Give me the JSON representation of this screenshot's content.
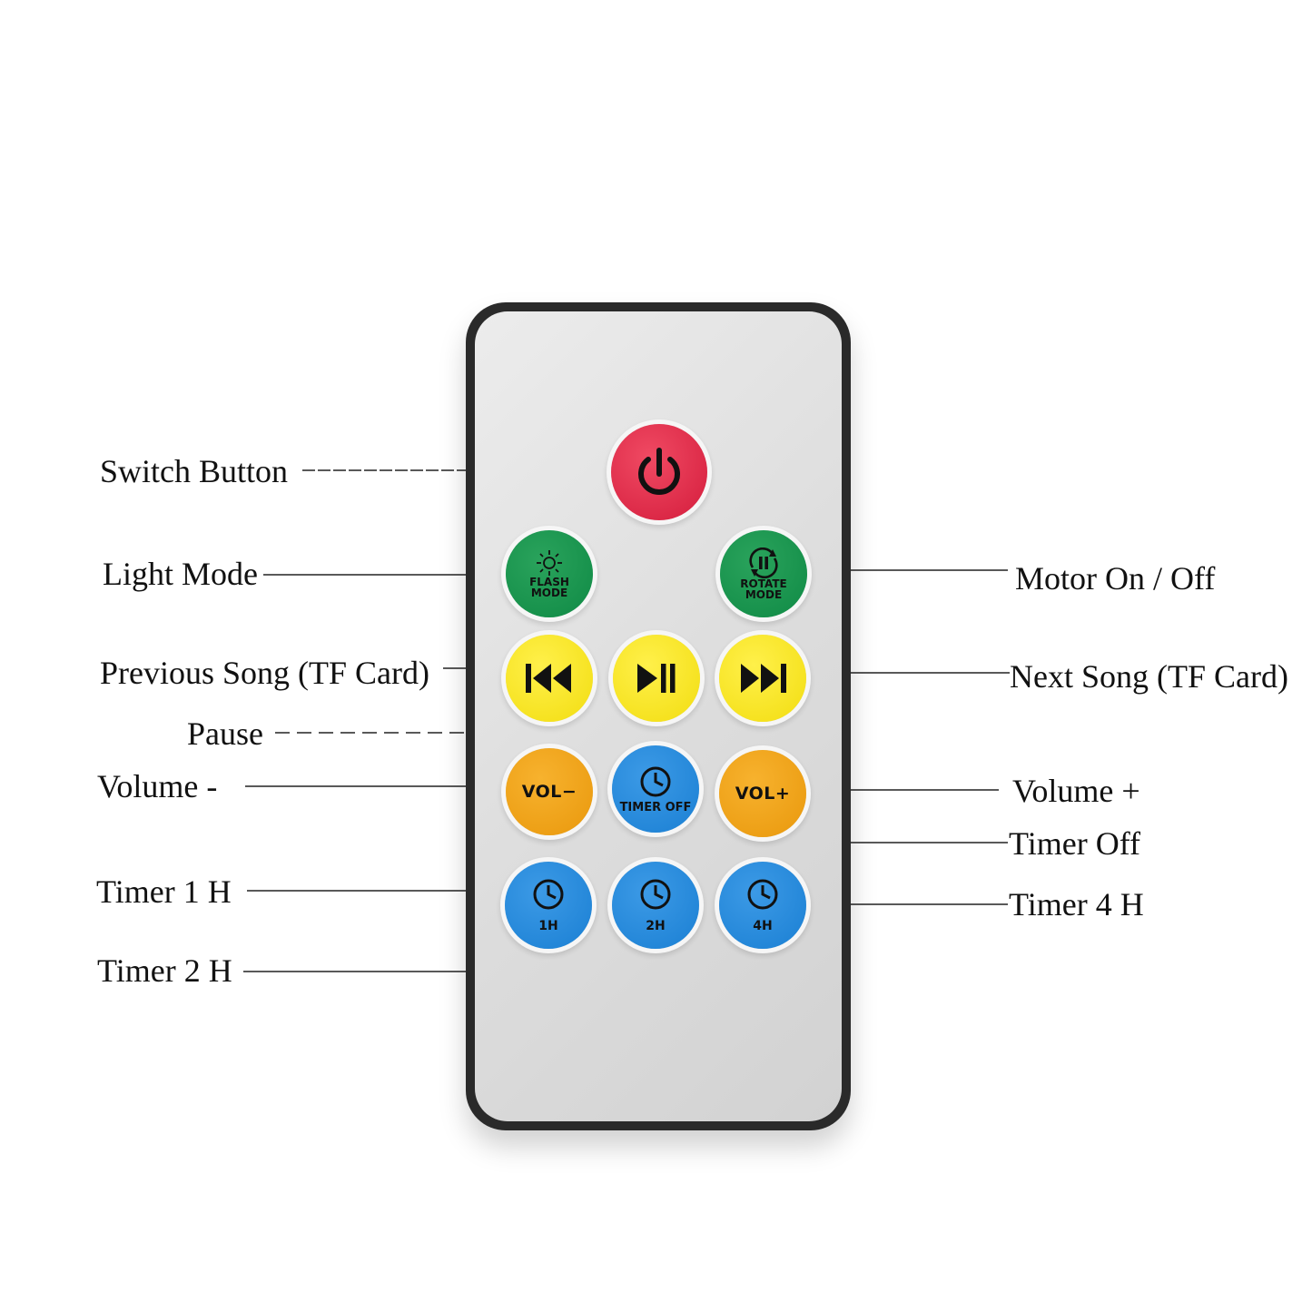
{
  "labels": {
    "switch_button": "Switch Button",
    "light_mode": "Light Mode",
    "motor_on_off": "Motor On / Off",
    "previous_song": "Previous Song (TF Card)",
    "next_song": "Next Song (TF Card)",
    "pause": "Pause",
    "volume_minus": "Volume -",
    "volume_plus": "Volume +",
    "timer_off": "Timer Off",
    "timer_1h": "Timer 1 H",
    "timer_4h": "Timer 4 H",
    "timer_2h": "Timer 2 H"
  },
  "buttons": {
    "flash_mode": [
      "FLASH",
      "MODE"
    ],
    "rotate_mode": [
      "ROTATE",
      "MODE"
    ],
    "vol_minus": "VOL−",
    "vol_plus": "VOL+",
    "timer_off": "TIMER OFF",
    "timer_1h": "1H",
    "timer_2h": "2H",
    "timer_4h": "4H"
  },
  "colors": {
    "power": "#d41c3c",
    "mode": "#0f8a45",
    "playback": "#f2dd10",
    "volume": "#e9980c",
    "timer": "#1a7fd3",
    "remote_body": "#2a2a2a"
  },
  "icons": {
    "power": "power-icon",
    "flash": "sun-icon",
    "rotate": "rotate-icon",
    "previous": "previous-track-icon",
    "play_pause": "play-pause-icon",
    "next": "next-track-icon",
    "clock": "clock-icon"
  }
}
